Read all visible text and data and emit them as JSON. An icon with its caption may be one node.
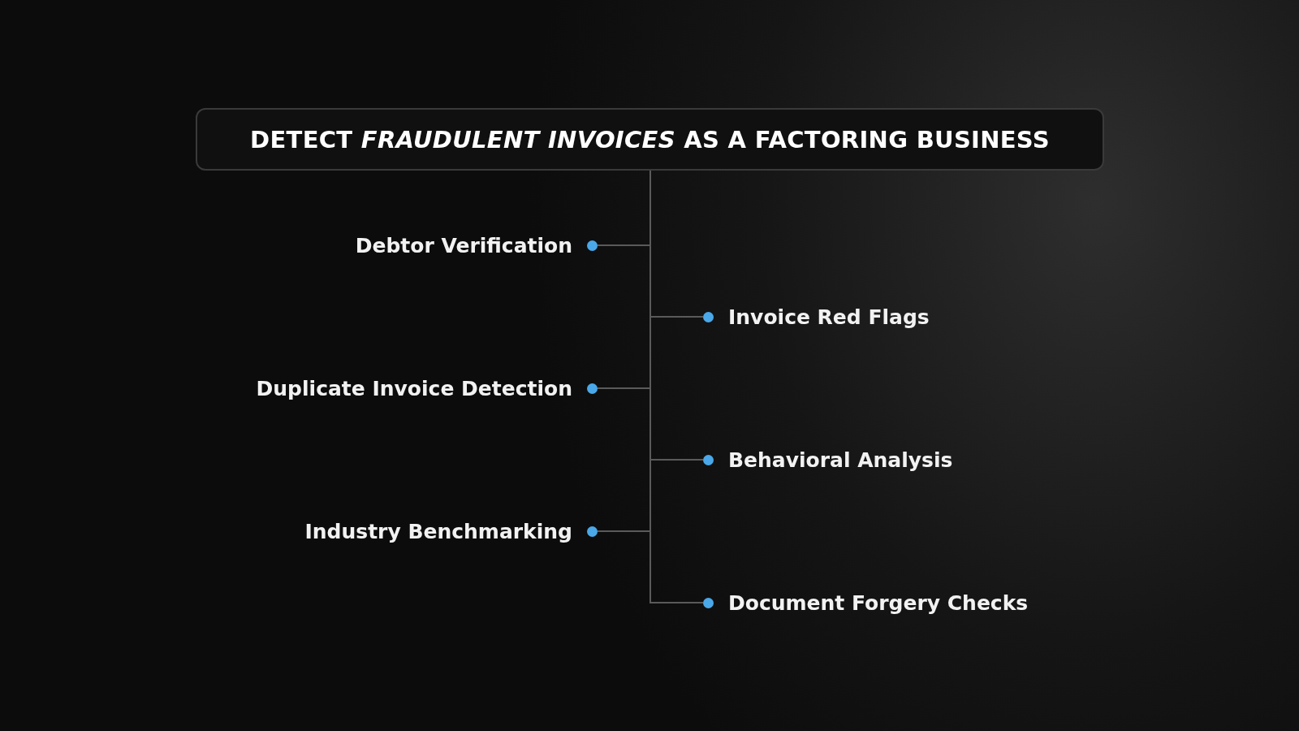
{
  "diagram": {
    "nodes": [
      {
        "text": [
          "DETECT *FRAUDULENT INVOICES* AS A FACTORING BUSINESS"
        ]
      },
      {
        "text": [
          "Debtor Verification"
        ]
      },
      {
        "text": [
          "Invoice Red Flags"
        ]
      },
      {
        "text": [
          "Duplicate Invoice Detection"
        ]
      },
      {
        "text": [
          "Behavioral Analysis"
        ]
      },
      {
        "text": [
          "Industry Benchmarking"
        ]
      },
      {
        "text": [
          "Document Forgery Checks"
        ]
      }
    ],
    "edges": [
      {
        "from": 0,
        "to": 1,
        "arrow": "none"
      },
      {
        "from": 0,
        "to": 2,
        "arrow": "none"
      },
      {
        "from": 0,
        "to": 3,
        "arrow": "none"
      },
      {
        "from": 0,
        "to": 4,
        "arrow": "none"
      },
      {
        "from": 0,
        "to": 5,
        "arrow": "none"
      },
      {
        "from": 0,
        "to": 6,
        "arrow": "none"
      }
    ]
  }
}
